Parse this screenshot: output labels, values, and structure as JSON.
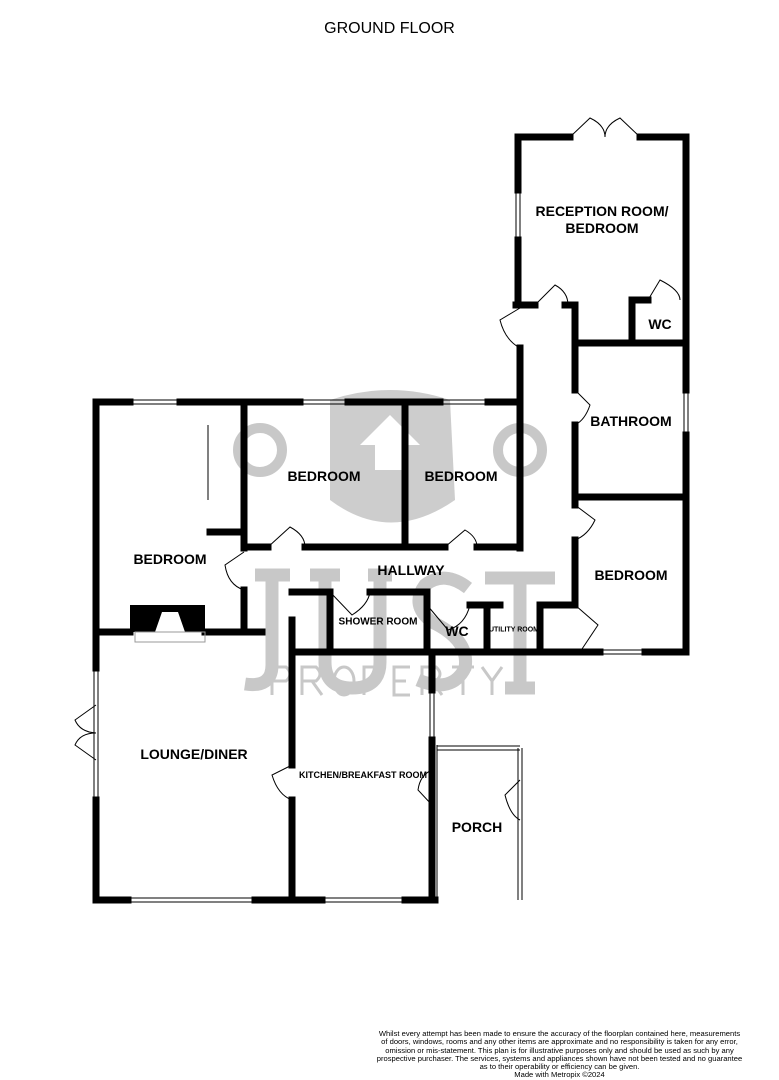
{
  "title": "GROUND FLOOR",
  "rooms": {
    "reception": "RECEPTION ROOM/\nBEDROOM",
    "reception_line1": "RECEPTION ROOM/",
    "reception_line2": "BEDROOM",
    "wc_upper": "WC",
    "bathroom": "BATHROOM",
    "bedroom_2": "BEDROOM",
    "bedroom_3": "BEDROOM",
    "bedroom_1": "BEDROOM",
    "bedroom_4": "BEDROOM",
    "hallway": "HALLWAY",
    "shower_room": "SHOWER ROOM",
    "wc_lower": "WC",
    "utility_room": "UTILITY ROOM",
    "lounge_diner": "LOUNGE/DINER",
    "kitchen": "KITCHEN/BREAKFAST ROOM",
    "porch": "PORCH"
  },
  "watermark": {
    "line1": "JUST",
    "line2": "PROPERTY",
    "color": "#c8c8c8"
  },
  "disclaimer": [
    "Whilst every attempt has been made to ensure the accuracy of the floorplan contained here, measurements",
    "of doors, windows, rooms and any other items are approximate and no responsibility is taken for any error,",
    "omission or mis-statement. This plan is for illustrative purposes only and should be used as such by any",
    "prospective purchaser. The services, systems and appliances shown have not been tested and no guarantee",
    "as to their operability or efficiency can be given.",
    "Made with Metropix ©2024"
  ]
}
